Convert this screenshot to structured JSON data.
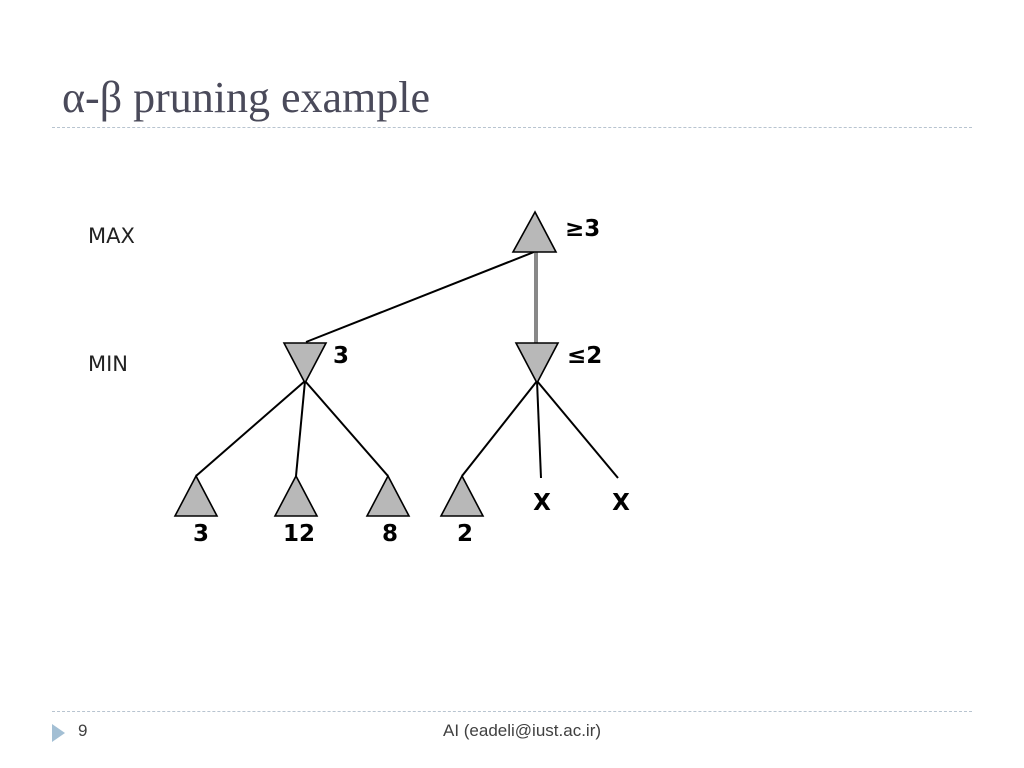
{
  "slide": {
    "title": "α-β pruning example",
    "page_number": "9",
    "footer": "AI (eadeli@iust.ac.ir)"
  },
  "tree": {
    "level_labels": {
      "max": "MAX",
      "min": "MIN"
    },
    "root": {
      "type": "max",
      "value": "≥3"
    },
    "min_nodes": [
      {
        "value": "3",
        "children": [
          "3",
          "12",
          "8"
        ]
      },
      {
        "value": "≤2",
        "children": [
          "2"
        ],
        "pruned": [
          "X",
          "X"
        ]
      }
    ]
  },
  "colors": {
    "node_fill": "#b8b8b8",
    "title": "#4a4a5a",
    "accent": "#a3bfd4"
  }
}
